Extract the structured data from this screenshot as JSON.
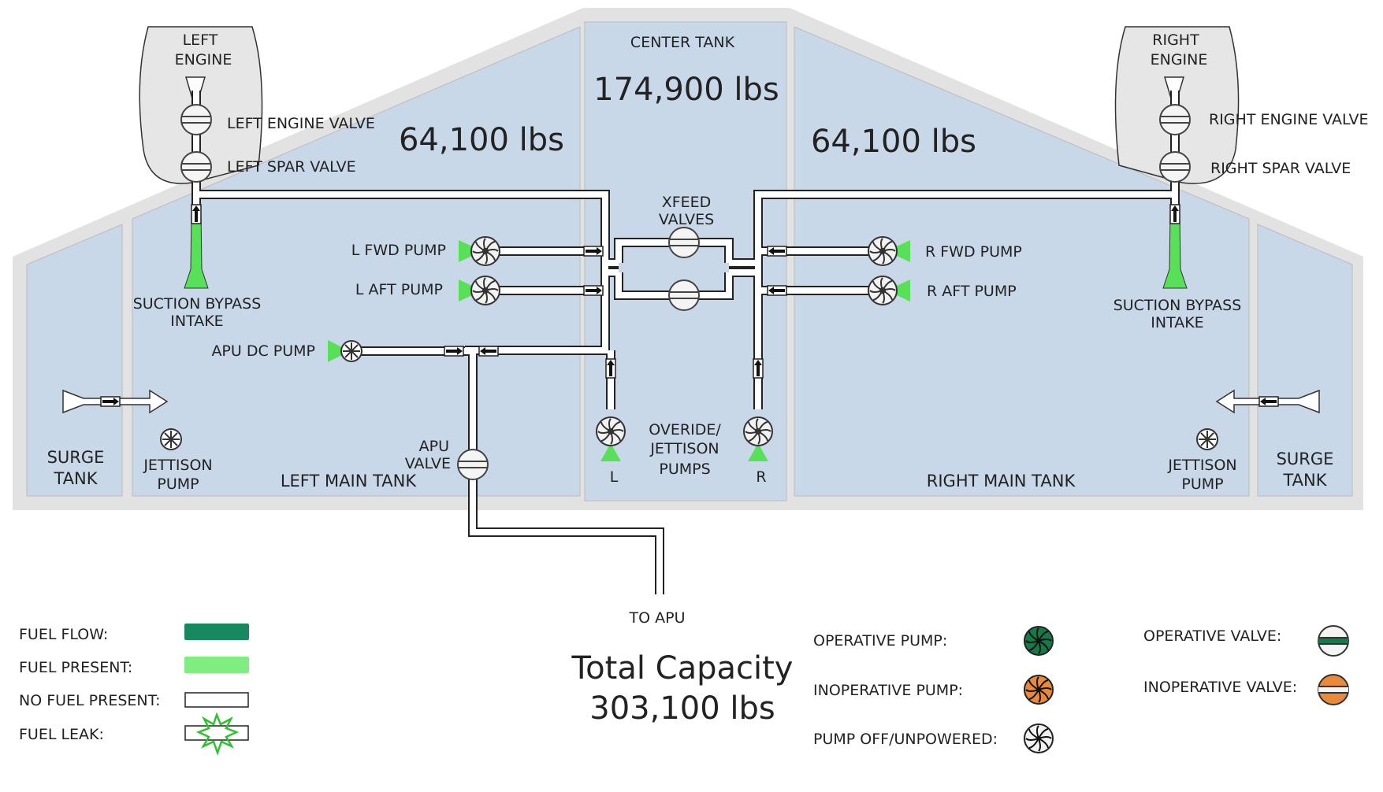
{
  "engines": {
    "left": {
      "line1": "LEFT",
      "line2": "ENGINE"
    },
    "right": {
      "line1": "RIGHT",
      "line2": "ENGINE"
    }
  },
  "valves": {
    "left_engine": "LEFT ENGINE VALVE",
    "left_spar": "LEFT SPAR VALVE",
    "right_engine": "RIGHT ENGINE VALVE",
    "right_spar": "RIGHT SPAR VALVE",
    "xfeed_line1": "XFEED",
    "xfeed_line2": "VALVES",
    "apu_line1": "APU",
    "apu_line2": "VALVE"
  },
  "tanks": {
    "center": {
      "label": "CENTER TANK",
      "quantity": "174,900 lbs"
    },
    "left_main": {
      "label": "LEFT MAIN TANK",
      "quantity": "64,100 lbs"
    },
    "right_main": {
      "label": "RIGHT MAIN TANK",
      "quantity": "64,100 lbs"
    },
    "surge_line1": "SURGE",
    "surge_line2": "TANK"
  },
  "pumps": {
    "l_fwd": "L FWD PUMP",
    "l_aft": "L AFT PUMP",
    "r_fwd": "R FWD PUMP",
    "r_aft": "R AFT PUMP",
    "apu_dc": "APU DC PUMP",
    "jettison_line1": "JETTISON",
    "jettison_line2": "PUMP",
    "override_line1": "OVERIDE/",
    "override_line2": "JETTISON",
    "override_line3": "PUMPS",
    "override_l": "L",
    "override_r": "R"
  },
  "suction": {
    "line1": "SUCTION BYPASS",
    "line2": "INTAKE"
  },
  "to_apu": "TO APU",
  "total": {
    "line1": "Total Capacity",
    "line2": "303,100 lbs"
  },
  "legend": {
    "fuel_flow": "FUEL FLOW:",
    "fuel_present": "FUEL PRESENT:",
    "no_fuel": "NO FUEL PRESENT:",
    "fuel_leak": "FUEL LEAK:",
    "operative_pump": "OPERATIVE PUMP:",
    "inoperative_pump": "INOPERATIVE PUMP:",
    "pump_off": "PUMP OFF/UNPOWERED:",
    "operative_valve": "OPERATIVE VALVE:",
    "inoperative_valve": "INOPERATIVE VALVE:"
  },
  "colors": {
    "tank_fill": "#c9d8e9",
    "wing_frame": "#e4e4e4",
    "fuel_flow": "#168a5e",
    "fuel_present": "#7fed7f",
    "intake_green": "#58e058",
    "operative": "#157a4a",
    "inoperative": "#e98a3b"
  },
  "icons": [
    "pump-icon",
    "valve-icon",
    "arrow-icon",
    "leak-icon"
  ]
}
